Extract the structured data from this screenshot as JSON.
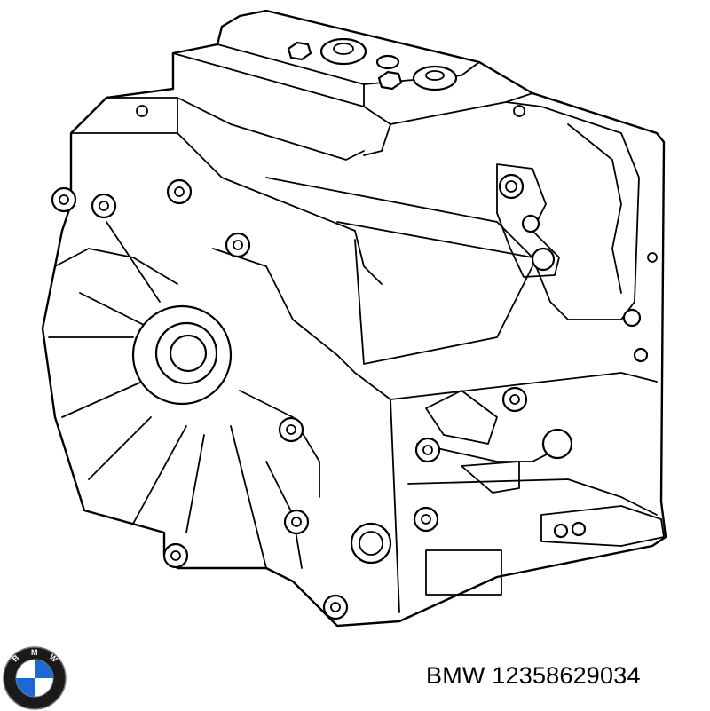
{
  "caption": {
    "brand": "BMW",
    "part_number": "12358629034"
  },
  "logo": {
    "letters": "BMW",
    "colors": {
      "blue": "#1c69d4",
      "white": "#ffffff",
      "ring": "#1a1a1a"
    }
  },
  "illustration": {
    "icon": "transmission-housing-line-drawing"
  }
}
